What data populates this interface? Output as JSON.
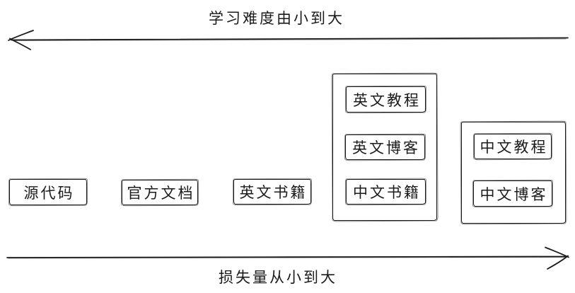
{
  "colors": {
    "background": "#ffffff",
    "ink": "#1b1b1b"
  },
  "axes": {
    "top": {
      "label": "学习难度由小到大",
      "arrow_direction": "left"
    },
    "bottom": {
      "label": "损失量从小到大",
      "arrow_direction": "right"
    }
  },
  "nodes": [
    {
      "id": "source-code",
      "label": "源代码"
    },
    {
      "id": "official-docs",
      "label": "官方文档"
    },
    {
      "id": "english-books",
      "label": "英文书籍"
    }
  ],
  "groups": [
    {
      "id": "group-1",
      "nodes": [
        {
          "id": "english-tutorials",
          "label": "英文教程"
        },
        {
          "id": "english-blogs",
          "label": "英文博客"
        },
        {
          "id": "chinese-books",
          "label": "中文书籍"
        }
      ]
    },
    {
      "id": "group-2",
      "nodes": [
        {
          "id": "chinese-tutorials",
          "label": "中文教程"
        },
        {
          "id": "chinese-blogs",
          "label": "中文博客"
        }
      ]
    }
  ]
}
